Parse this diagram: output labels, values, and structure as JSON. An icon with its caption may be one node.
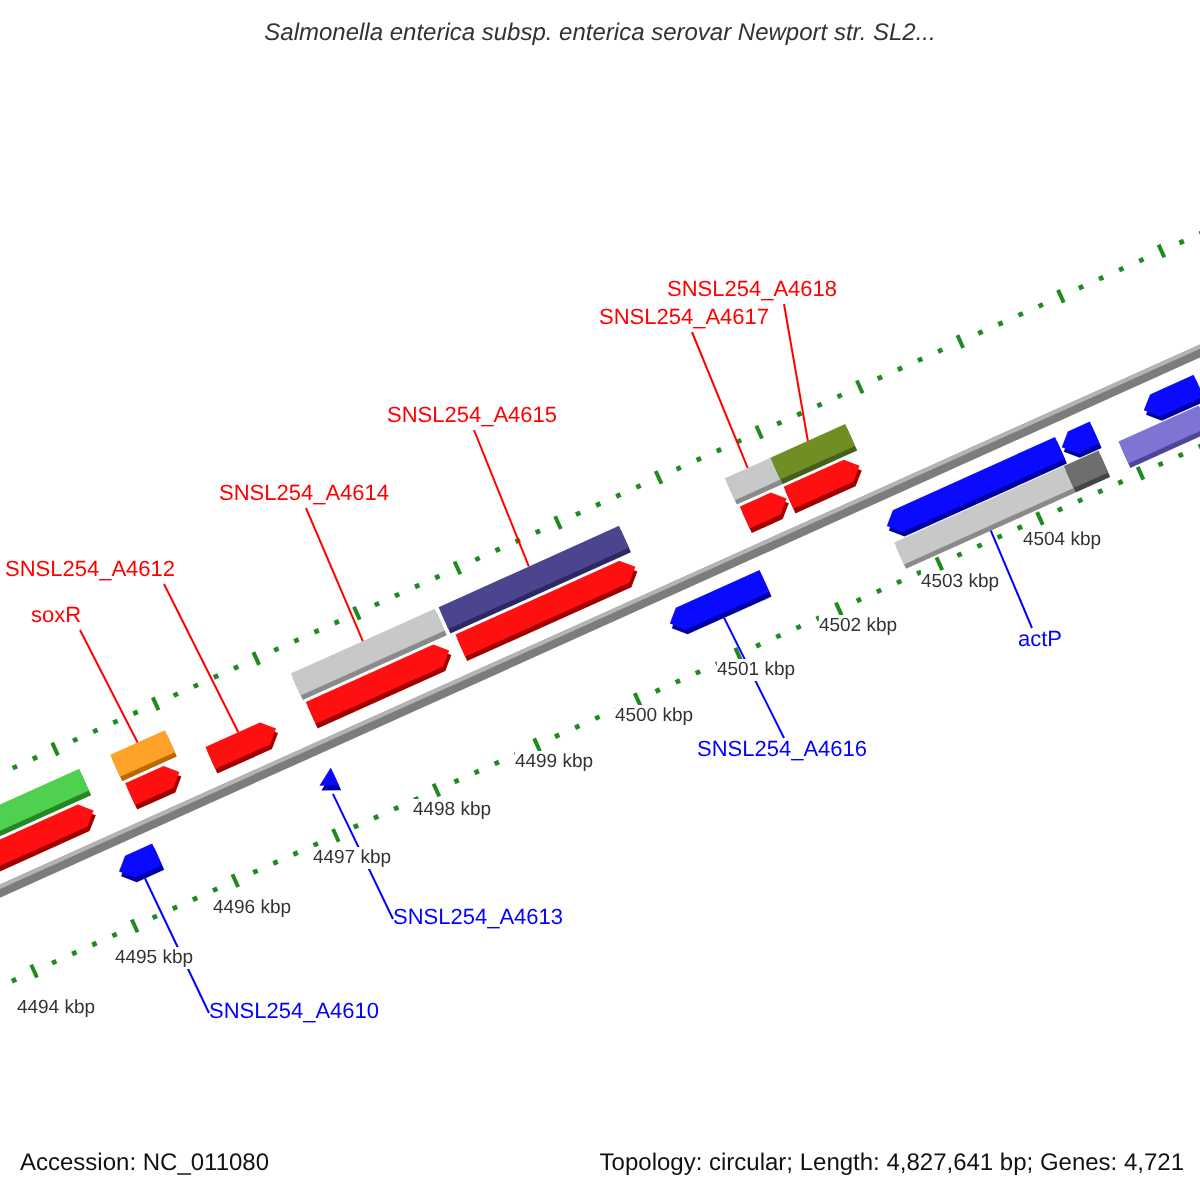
{
  "diagram": {
    "title": "Salmonella enterica subsp. enterica serovar Newport str. SL2...",
    "nodes": [
      {
        "text": [
          "SNSL254_A4618"
        ]
      },
      {
        "text": [
          "SNSL254_A4617"
        ]
      },
      {
        "text": [
          "SNSL254_A4615"
        ]
      },
      {
        "text": [
          "SNSL254_A4614"
        ]
      },
      {
        "text": [
          "SNSL254_A4612"
        ]
      },
      {
        "text": [
          "soxR"
        ]
      },
      {
        "text": [
          "actP"
        ]
      },
      {
        "text": [
          "SNSL254_A4616"
        ]
      },
      {
        "text": [
          "SNSL254_A4613"
        ]
      },
      {
        "text": [
          "SNSL254_A4610"
        ]
      },
      {
        "text": [],
        "shape": "arrow"
      },
      {
        "text": [],
        "shape": "bar"
      },
      {
        "text": [],
        "shape": "arrow"
      },
      {
        "text": [],
        "shape": "bar"
      },
      {
        "text": [],
        "shape": "arrow"
      },
      {
        "text": [],
        "shape": "arrow"
      },
      {
        "text": [],
        "shape": "arrow"
      },
      {
        "text": [],
        "shape": "bar"
      },
      {
        "text": [],
        "shape": "arrow"
      },
      {
        "text": [],
        "shape": "bar"
      },
      {
        "text": [],
        "shape": "arrow"
      },
      {
        "text": [],
        "shape": "arrow"
      },
      {
        "text": [],
        "shape": "bar"
      },
      {
        "text": [],
        "shape": "arrow"
      },
      {
        "text": [],
        "shape": "bar"
      },
      {
        "text": [],
        "shape": "arrow"
      },
      {
        "text": [],
        "shape": "bar"
      },
      {
        "text": [],
        "shape": "arrow"
      },
      {
        "text": [],
        "shape": "bar"
      },
      {
        "text": [],
        "shape": "arrow"
      },
      {
        "text": [],
        "shape": "bar"
      },
      {
        "text": [],
        "shape": "arrow"
      }
    ],
    "edges": [
      {
        "from": 0,
        "to": 24,
        "arrow": "none"
      },
      {
        "from": 1,
        "to": 22,
        "arrow": "none"
      },
      {
        "from": 2,
        "to": 19,
        "arrow": "none"
      },
      {
        "from": 3,
        "to": 17,
        "arrow": "none"
      },
      {
        "from": 4,
        "to": 15,
        "arrow": "none"
      },
      {
        "from": 5,
        "to": 13,
        "arrow": "none"
      },
      {
        "from": 6,
        "to": 26,
        "arrow": "none",
        "color": "#0000ff"
      },
      {
        "from": 7,
        "to": 21,
        "arrow": "none",
        "color": "#0000ff"
      },
      {
        "from": 8,
        "to": 16,
        "arrow": "none",
        "color": "#0000ff"
      },
      {
        "from": 9,
        "to": 12,
        "arrow": "none",
        "color": "#0000ff"
      }
    ],
    "labels": [
      "4504 kbp",
      "4503 kbp",
      "4502 kbp",
      "4501 kbp",
      "4500 kbp",
      "4499 kbp",
      "4498 kbp",
      "4497 kbp",
      "4496 kbp",
      "4495 kbp",
      "4494 kbp",
      "Accession: NC_011080",
      "Topology: circular; Length: 4,827,641 bp; Genes: 4,721"
    ]
  }
}
